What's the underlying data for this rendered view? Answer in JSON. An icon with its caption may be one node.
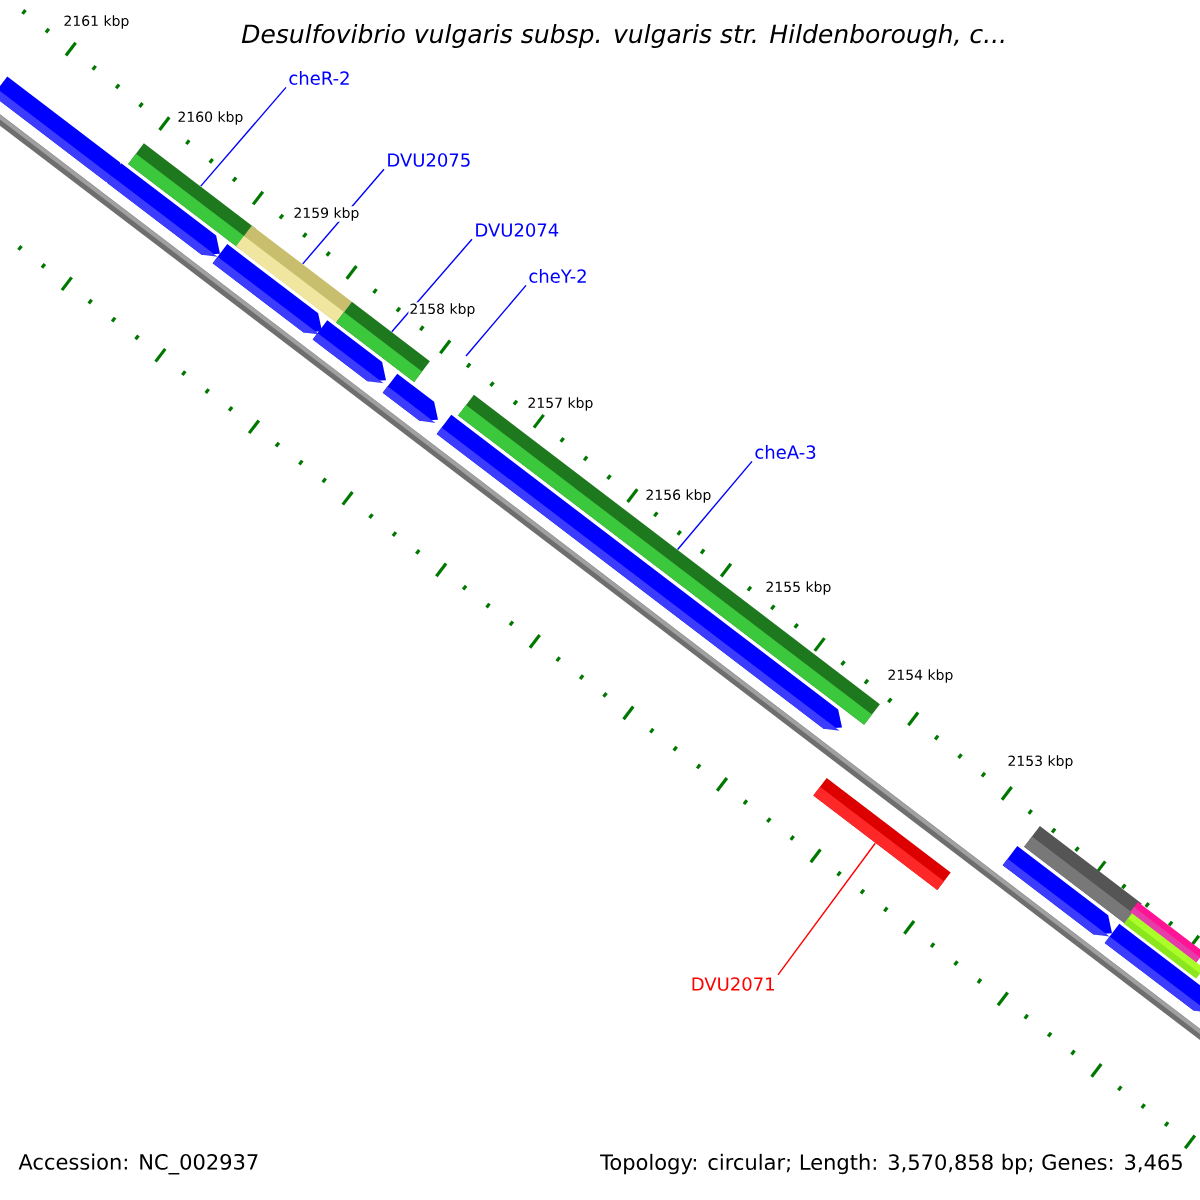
{
  "diagram": {
    "title": "Desulfovibrio vulgaris subsp. vulgaris str. Hildenborough, c...",
    "nodes": [
      {
        "text": [
          "cheR-2"
        ]
      },
      {
        "text": [
          "DVU2075"
        ]
      },
      {
        "text": [
          "DVU2074"
        ]
      },
      {
        "text": [
          "cheY-2"
        ]
      },
      {
        "text": [
          "cheA-3"
        ]
      },
      {
        "text": [
          "DVU2071"
        ]
      },
      {
        "text": [],
        "shape": "bar"
      },
      {
        "text": [],
        "shape": "bar"
      },
      {
        "text": [],
        "shape": "bar"
      },
      {
        "text": [],
        "shape": "bar"
      },
      {
        "text": [],
        "shape": "bar"
      }
    ],
    "edges": [
      {
        "from": 0,
        "to": 6,
        "arrow": "none"
      },
      {
        "from": 1,
        "to": 7,
        "arrow": "none"
      },
      {
        "from": 2,
        "to": 8,
        "arrow": "none"
      },
      {
        "from": 3,
        "to": null,
        "arrow": "none"
      },
      {
        "from": 4,
        "to": 9,
        "arrow": "none"
      },
      {
        "from": 5,
        "to": 10,
        "arrow": "none",
        "color": "#ff0000"
      }
    ],
    "labels": [
      "2161 kbp",
      "2160 kbp",
      "2159 kbp",
      "2158 kbp",
      "2157 kbp",
      "2156 kbp",
      "2155 kbp",
      "2154 kbp",
      "2153 kbp",
      "Accession: NC_002937",
      "Topology: circular; Length: 3,570,858 bp; Genes: 3,465"
    ]
  }
}
